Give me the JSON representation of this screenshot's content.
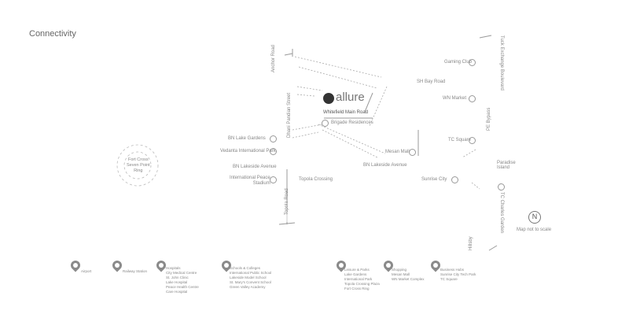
{
  "title": "Connectivity",
  "project": {
    "logo": "allure",
    "road": "Whitefield Main Road",
    "landmark": "Brigade Residences"
  },
  "places": {
    "gaming_club": "Gaming Club",
    "sh_bay_road": "SH Bay Road",
    "wn_market": "WN Market",
    "tc_square": "TC Square",
    "pe_bypass": "PE Bypass",
    "tuck_boulevard": "Tuck Exchange Boulevard",
    "paradise_island": "Paradise Island",
    "mesan_mall": "Mesan Mall",
    "lakeside_avenue_right": "BN Lakeside Avenue",
    "sunrise_city": "Sunrise City",
    "charles_garden": "TC Charles Garden",
    "hillsby": "Hillsby",
    "topola_crossing": "Topola Crossing",
    "topola_road": "Topola Road",
    "dhani_street": "Dhani Pandian Street",
    "anchor_road": "Anchor Road",
    "lake_gardens": "BN Lake Gardens",
    "vedanta_park": "Vedanta International Park",
    "lakeside_avenue_left": "BN Lakeside Avenue",
    "peace_stadium": "International Peace\nStadium",
    "ring": "Fort Cross\nSeven Point\nRing"
  },
  "map_note": "Map not to scale",
  "compass": "N",
  "legend": [
    {
      "icon": "airport",
      "text": "Airport"
    },
    {
      "icon": "station",
      "text": "Railway Station"
    },
    {
      "icon": "hospital",
      "text": "Hospitals\nCity Medical Centre\nSt. John Clinic\nLake Hospital\nPeace Health Centre\nCare Hospital"
    },
    {
      "icon": "school",
      "text": "Schools & Colleges\nInternational Public School\nLakeside Model School\nSt. Mary's Convent School\nGreen Valley Academy"
    },
    {
      "icon": "leisure",
      "text": "Leisure & Parks\nLake Gardens\nInternational Park\nTopola Crossing Plaza\nFort Cross Ring"
    },
    {
      "icon": "shopping",
      "text": "Shopping\nMesan Mall\nWN Market Complex"
    },
    {
      "icon": "business",
      "text": "Business Hubs\nSunrise City Tech Park\nTC Square"
    }
  ]
}
